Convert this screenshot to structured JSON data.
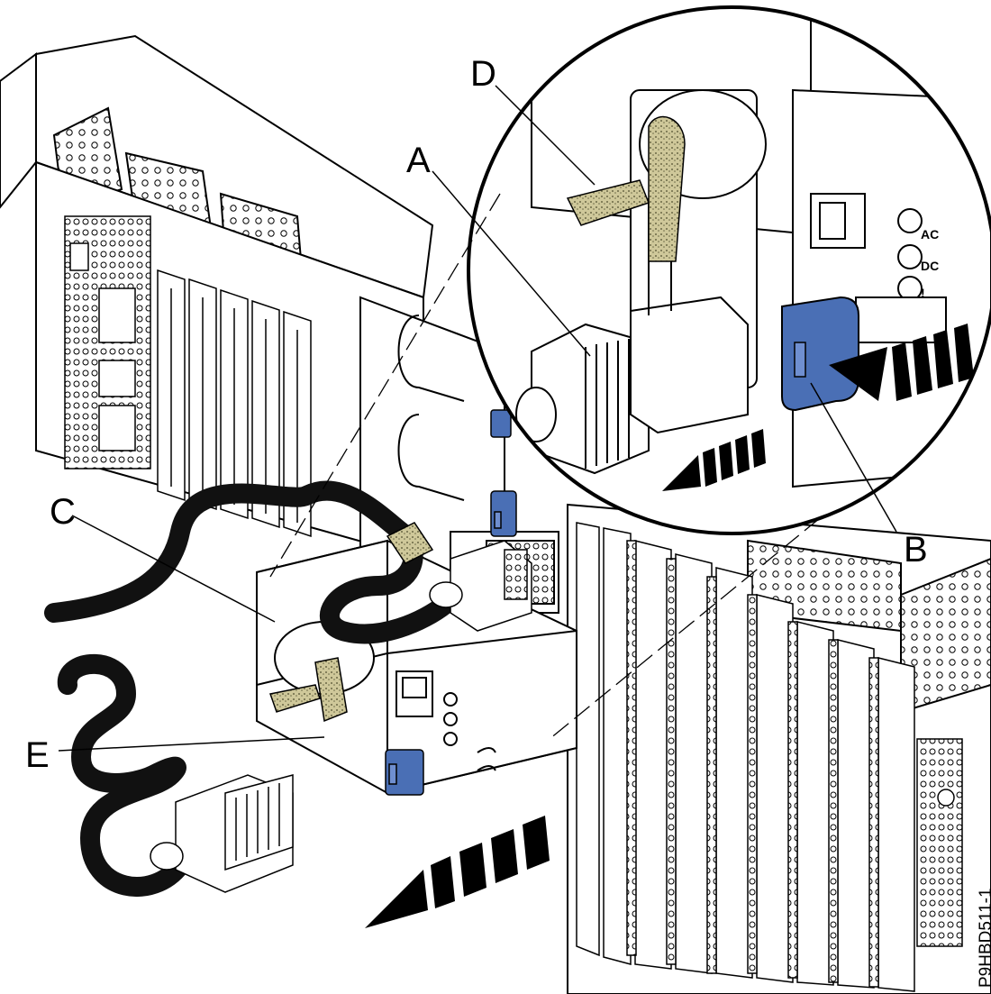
{
  "callouts": {
    "a": "A",
    "b": "B",
    "c": "C",
    "d": "D",
    "e": "E"
  },
  "led_labels": {
    "ac": "AC",
    "dc": "DC",
    "i": "!"
  },
  "figure_id": "P9HBD511-1",
  "colors": {
    "latch_blue": "#4a6fb5",
    "cable_black": "#111111",
    "velcro_tan": "#cfc89a",
    "outline": "#000000"
  }
}
